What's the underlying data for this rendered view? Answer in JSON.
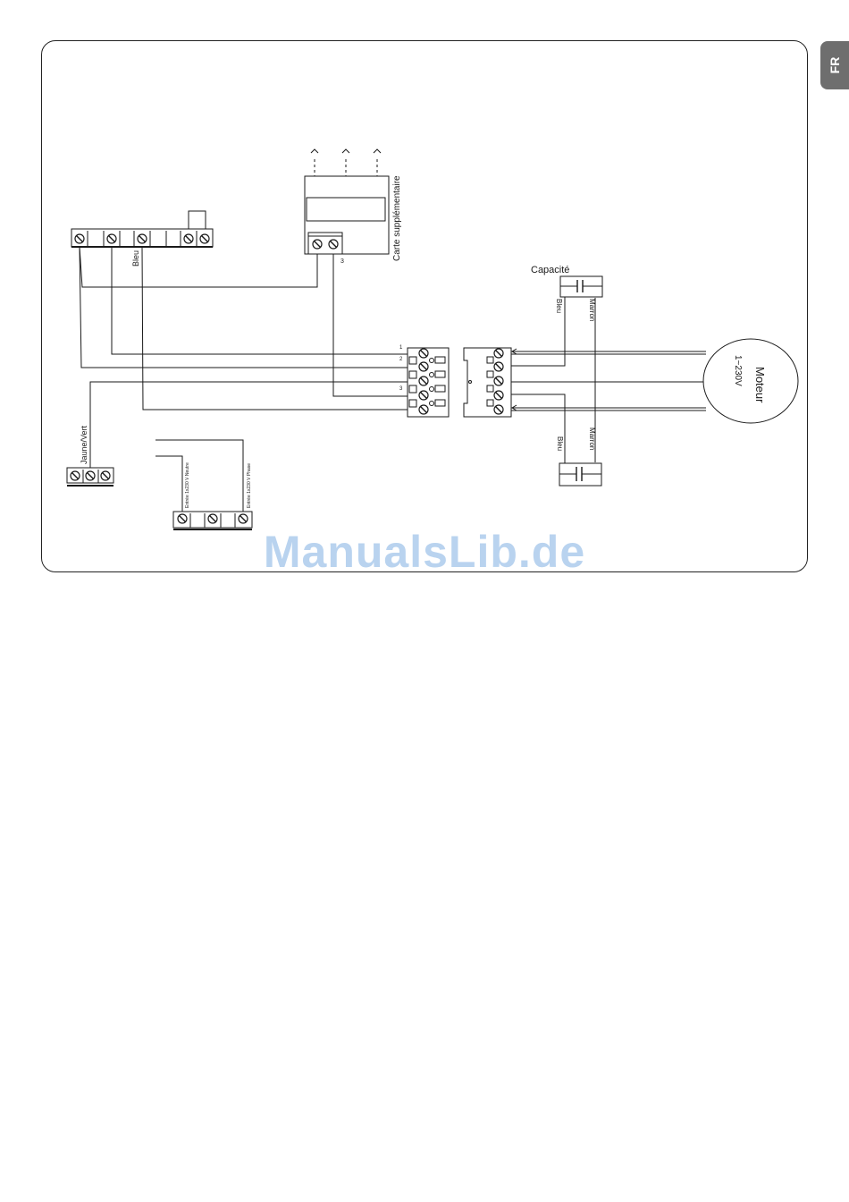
{
  "lang_tab": "FR",
  "labels": {
    "carte": "Carte supplémentaire",
    "carte_terminal": "3",
    "bleu_top": "Bleu",
    "jaune_vert": "Jaune/Vert",
    "neutre": "Entrée 1x230 V Neutre",
    "phase": "Entrée 1x230 V Phase",
    "capacite": "Capacité",
    "bleu_cap1": "Bleu",
    "marron_cap1": "Marron",
    "bleu_cap2": "Bleu",
    "marron_cap2": "Marron",
    "moteur": "Moteur",
    "moteur_spec": "1~230V",
    "pin1": "1",
    "pin2": "2",
    "pin3": "3"
  },
  "watermark": "ManualsLib.de"
}
